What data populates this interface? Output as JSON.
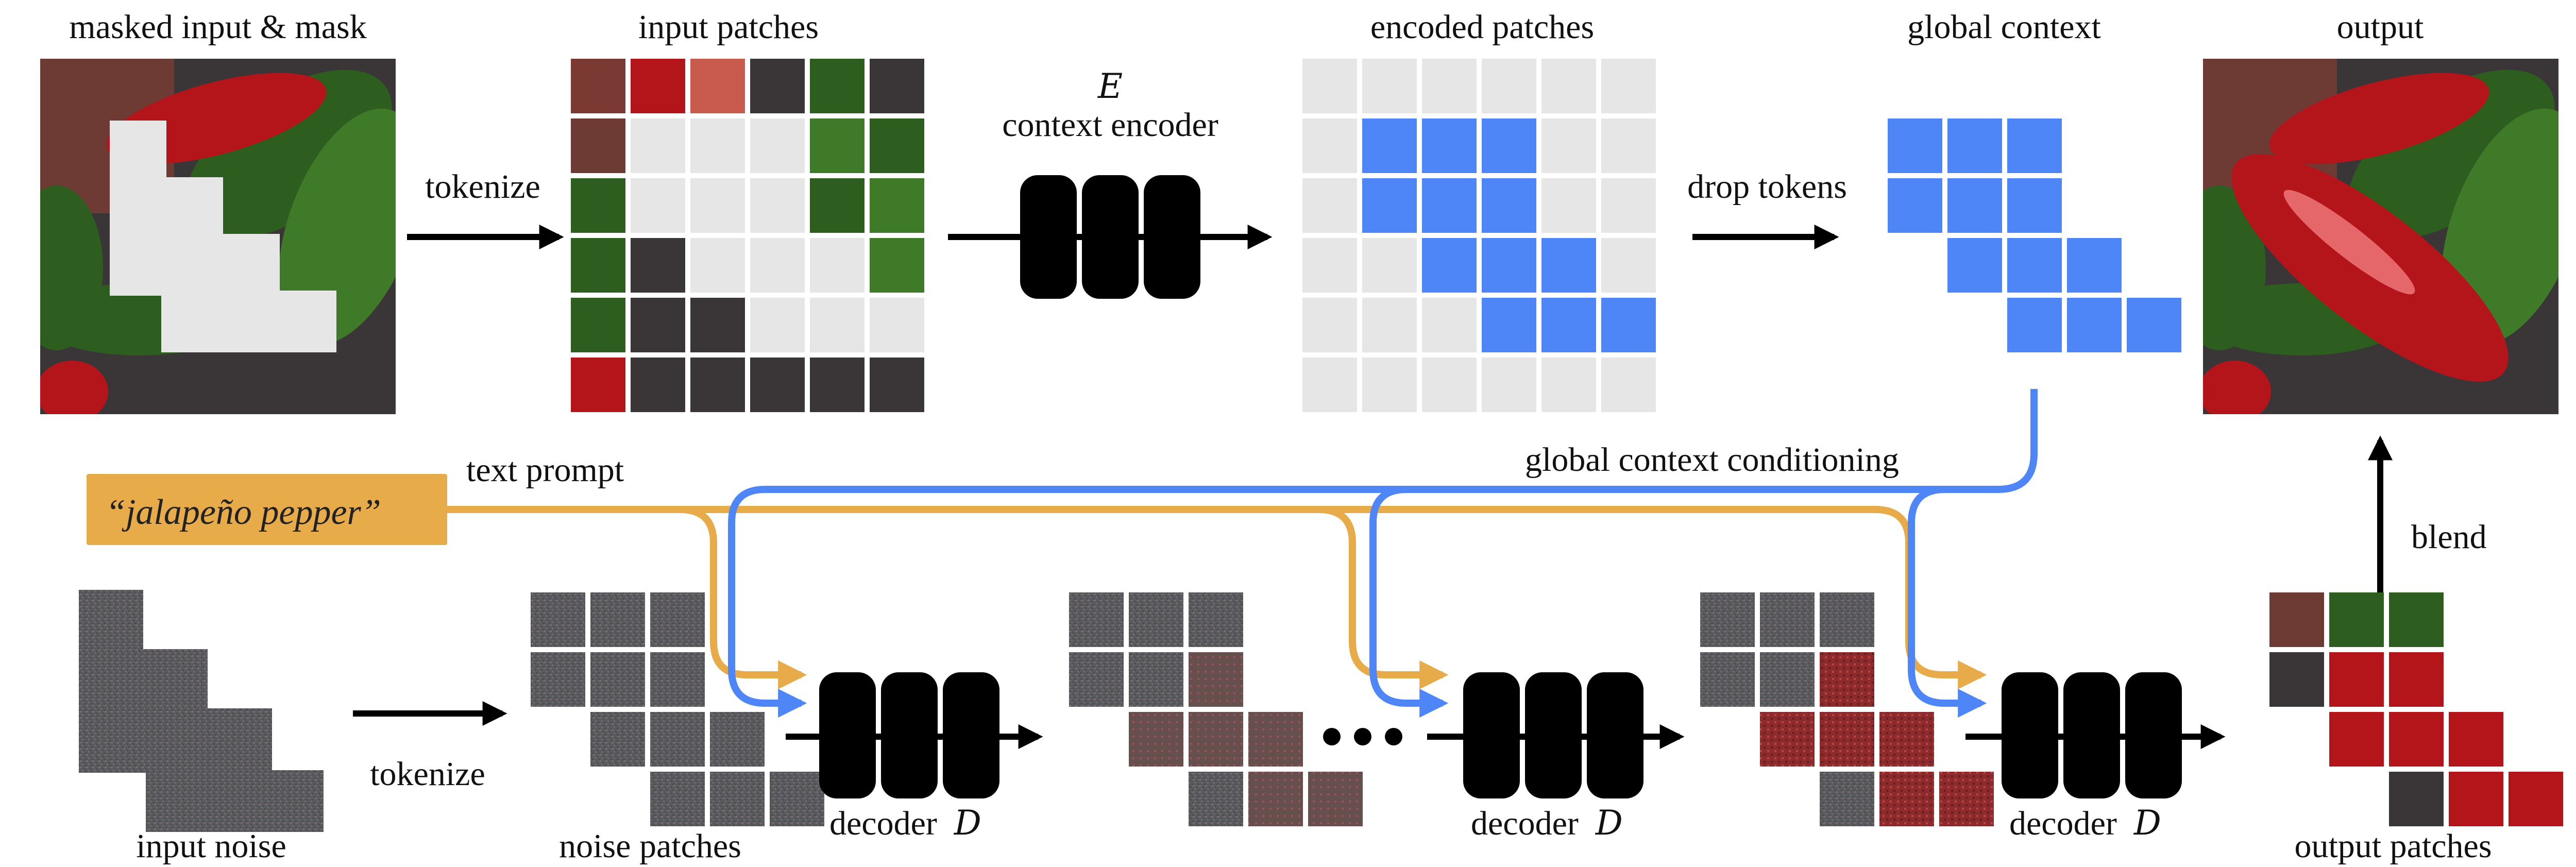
{
  "labels": {
    "masked_input": "masked input & mask",
    "input_patches": "input patches",
    "encoded_patches": "encoded patches",
    "global_context": "global context",
    "output": "output",
    "tokenize_top": "tokenize",
    "encoder_symbol": "E",
    "context_encoder": "context encoder",
    "drop_tokens": "drop tokens",
    "text_prompt": "text prompt",
    "prompt_value": "“jalapeño pepper”",
    "global_context_conditioning": "global context conditioning",
    "blend": "blend",
    "input_noise": "input noise",
    "tokenize_bottom": "tokenize",
    "noise_patches": "noise patches",
    "decoder_1": "decoder",
    "decoder_2": "decoder",
    "decoder_3": "decoder",
    "decoder_symbol": "D",
    "output_patches": "output patches"
  },
  "colors": {
    "mask_gray": "#e6e6e6",
    "token_blue": "#4f86f7",
    "prompt_orange": "#e8ab4a",
    "block_black": "#000000",
    "pepper_red": "#b3151b",
    "pepper_green": "#2e5e1f",
    "background_dark": "#3a3536"
  },
  "grid": {
    "size": 6,
    "masked_cells": [
      [
        1,
        1
      ],
      [
        1,
        2
      ],
      [
        1,
        3
      ],
      [
        2,
        1
      ],
      [
        2,
        2
      ],
      [
        2,
        3
      ],
      [
        3,
        2
      ],
      [
        3,
        3
      ],
      [
        3,
        4
      ],
      [
        4,
        3
      ],
      [
        4,
        4
      ],
      [
        4,
        5
      ]
    ]
  }
}
